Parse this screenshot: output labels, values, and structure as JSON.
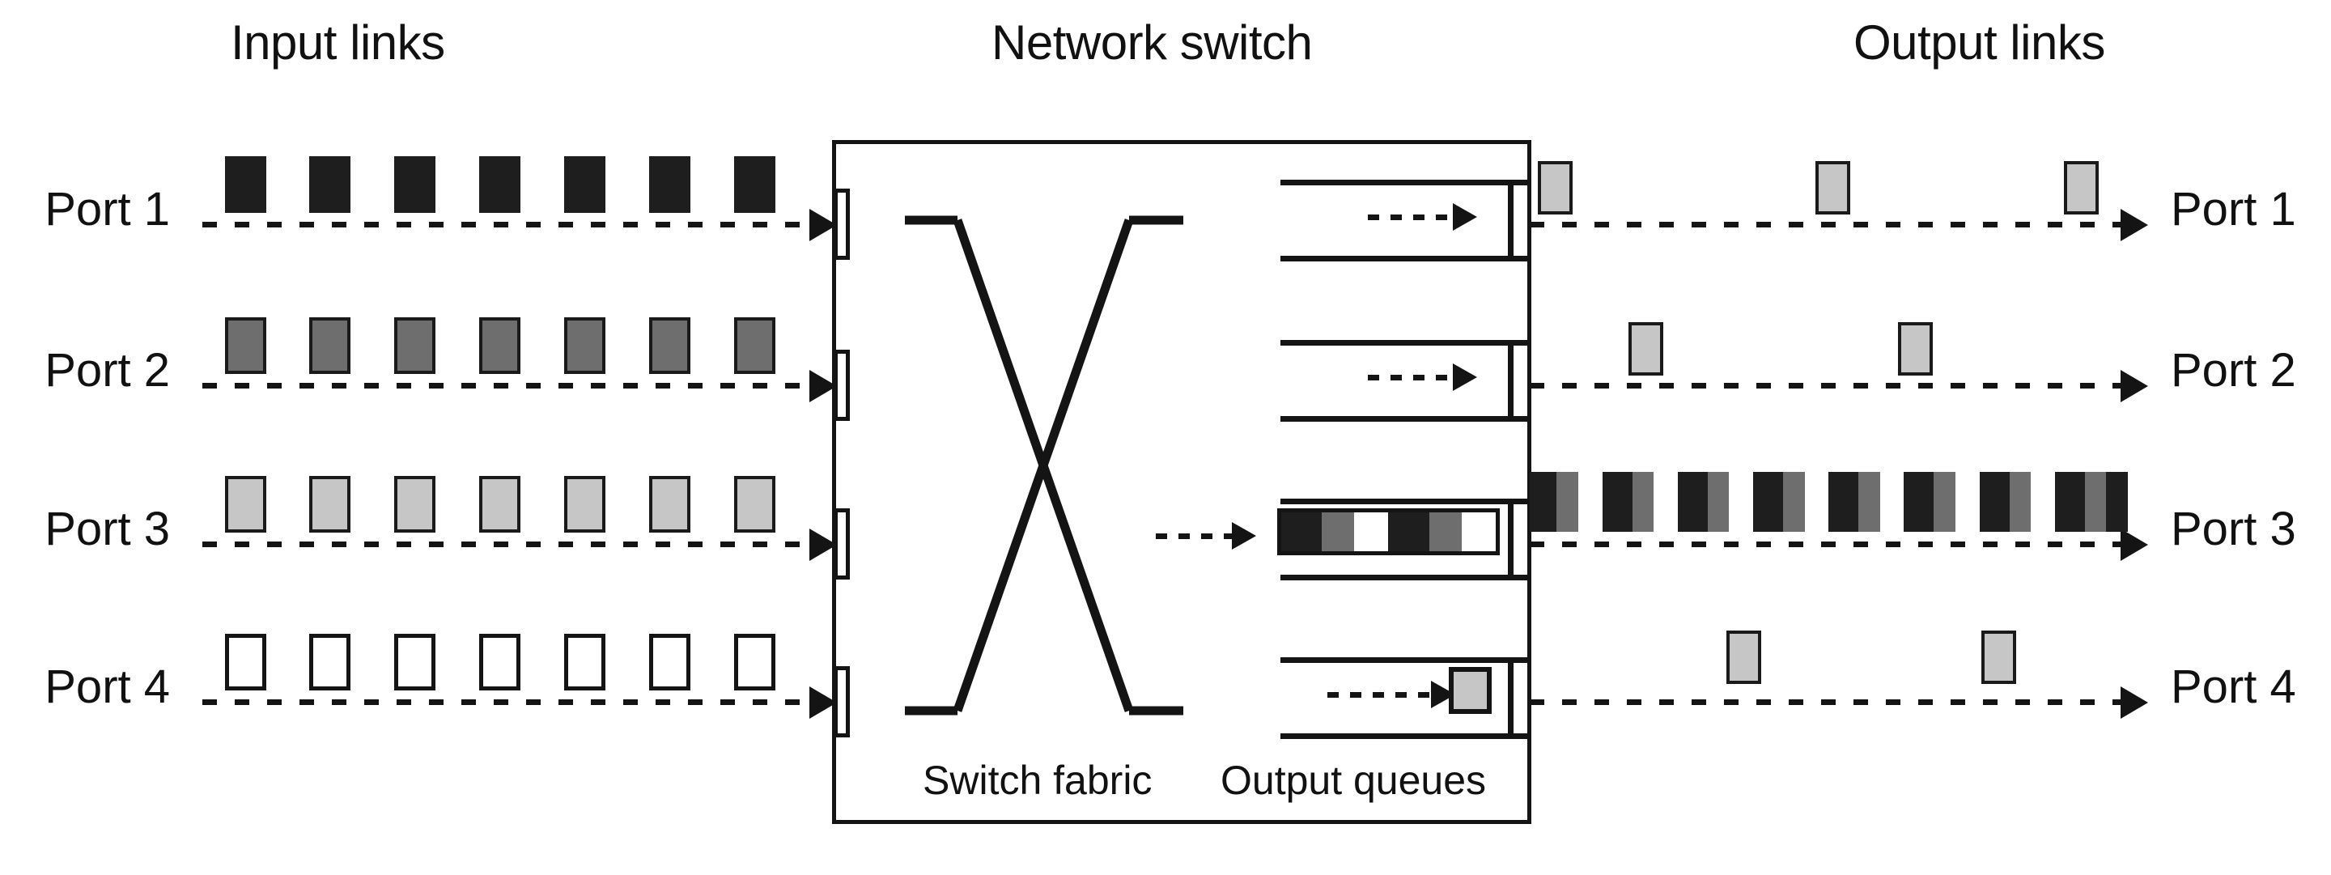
{
  "figure": {
    "kind": "network-switch-diagram",
    "sections": {
      "input_links": "Input links",
      "network_switch": "Network switch",
      "output_links": "Output links"
    },
    "inner_labels": {
      "switch_fabric": "Switch fabric",
      "output_queues": "Output queues"
    },
    "colors": {
      "packet_black": "#1e1e1e",
      "packet_dark_gray": "#6e6e6e",
      "packet_light_gray": "#c6c6c6",
      "packet_white": "#ffffff",
      "line": "#141414",
      "background": "#ffffff"
    }
  },
  "input_ports": [
    {
      "label": "Port 1",
      "packet_color": "black",
      "packet_count": 7
    },
    {
      "label": "Port 2",
      "packet_color": "dgray",
      "packet_count": 7
    },
    {
      "label": "Port 3",
      "packet_color": "lgray",
      "packet_count": 7
    },
    {
      "label": "Port 4",
      "packet_color": "white",
      "packet_count": 7
    }
  ],
  "output_queues": [
    {
      "label": "Port 1 queue",
      "occupancy": 0,
      "cells": []
    },
    {
      "label": "Port 2 queue",
      "occupancy": 0,
      "cells": []
    },
    {
      "label": "Port 3 queue",
      "occupancy": 6,
      "cells": [
        "black",
        "dgray",
        "white",
        "black",
        "dgray",
        "white"
      ]
    },
    {
      "label": "Port 4 queue",
      "occupancy": 1,
      "cells": [
        "lgray"
      ]
    }
  ],
  "output_ports": [
    {
      "label": "Port 1",
      "packet_color": "lgray",
      "packet_count": 3,
      "congested": false
    },
    {
      "label": "Port 2",
      "packet_color": "lgray",
      "packet_count": 2,
      "congested": false
    },
    {
      "label": "Port 3",
      "packet_color": "mixed",
      "packet_count": 17,
      "congested": true,
      "train_pattern": [
        "black",
        "dgray",
        "white",
        "black",
        "dgray",
        "white",
        "black",
        "dgray",
        "white",
        "black",
        "dgray",
        "white",
        "black",
        "dgray",
        "white",
        "black",
        "dgray"
      ]
    },
    {
      "label": "Port 4",
      "packet_color": "lgray",
      "packet_count": 2,
      "congested": false
    }
  ]
}
